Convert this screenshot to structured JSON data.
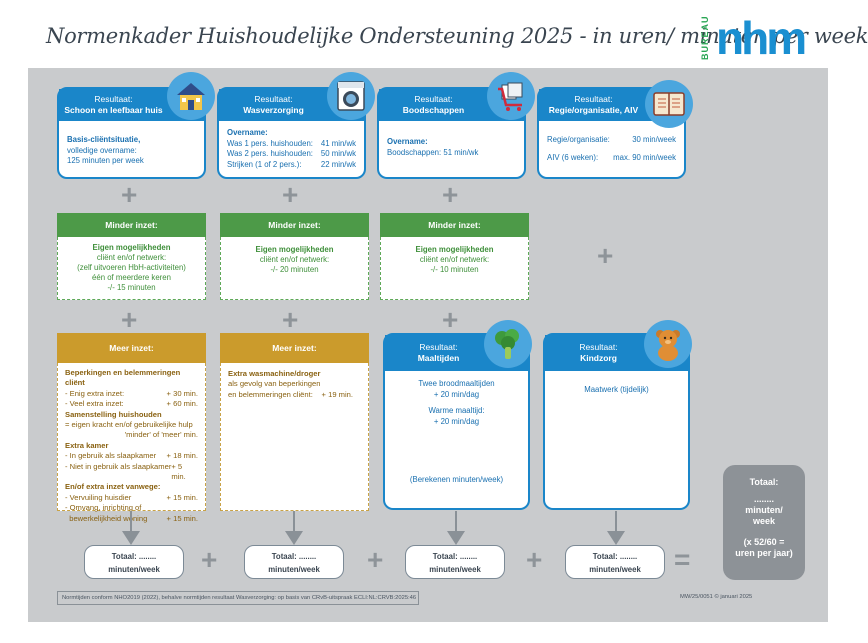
{
  "title": "Normenkader Huishoudelijke Ondersteuning 2025 - in uren/ minuten per week",
  "logo": {
    "side_text": "BUREAU",
    "main_text": "nhm",
    "colors": {
      "blue": "#1a8fd1",
      "green": "#2aa654"
    }
  },
  "colors": {
    "result_blue": "#1a86c9",
    "minder_green": "#4d9a48",
    "meer_gold": "#cb9b2c",
    "total_grey": "#8d9297",
    "sheet_grey": "#c9cbcd"
  },
  "result_label": "Resultaat:",
  "results": [
    {
      "name": "Schoon en leefbaar huis",
      "icon": "house-icon",
      "lines": [
        "Basis-cliëntsituatie,",
        "volledige overname:",
        "125 minuten per week"
      ]
    },
    {
      "name": "Wasverzorging",
      "icon": "washing-machine-icon",
      "heading": "Overname:",
      "rows": [
        {
          "label": "Was 1 pers. huishouden:",
          "value": "41 min/wk"
        },
        {
          "label": "Was 2 pers. huishouden:",
          "value": "50 min/wk"
        },
        {
          "label": "Strijken (1 of 2 pers.):",
          "value": "22 min/wk"
        }
      ]
    },
    {
      "name": "Boodschappen",
      "icon": "shopping-cart-icon",
      "heading": "Overname:",
      "line": "Boodschappen:  51 min/wk"
    },
    {
      "name": "Regie/organisatie, AIV",
      "icon": "agenda-icon",
      "rows": [
        {
          "label": "Regie/organisatie:",
          "value": "30 min/week"
        },
        {
          "label": "AIV (6 weken):",
          "value": "max. 90 min/week"
        }
      ]
    }
  ],
  "minder": {
    "header": "Minder inzet:",
    "boxes": [
      {
        "heading": "Eigen mogelijkheden",
        "lines": [
          "cliënt en/of netwerk:",
          "(zelf uitvoeren HbH-activiteiten)",
          "één of meerdere keren",
          "-/- 15 minuten"
        ]
      },
      {
        "heading": "Eigen mogelijkheden",
        "lines": [
          "cliënt en/of netwerk:",
          "-/- 20 minuten"
        ]
      },
      {
        "heading": "Eigen mogelijkheden",
        "lines": [
          "cliënt en/of netwerk:",
          "-/- 10 minuten"
        ]
      }
    ]
  },
  "meer": {
    "header": "Meer inzet:",
    "box1": {
      "sections": [
        {
          "heading": "Beperkingen en belemmeringen cliënt",
          "rows": [
            {
              "label": "- Enig extra inzet:",
              "value": "+  30 min."
            },
            {
              "label": "- Veel extra inzet:",
              "value": "+  60 min."
            }
          ]
        },
        {
          "heading": "Samenstelling huishouden",
          "text": "= eigen kracht en/of gebruikelijke hulp",
          "text2": "'minder' of 'meer' min."
        },
        {
          "heading": "Extra kamer",
          "rows": [
            {
              "label": "- In gebruik als slaapkamer",
              "value": "+  18 min."
            },
            {
              "label": "- Niet in gebruik als slaapkamer",
              "value": "+   5 min."
            }
          ]
        },
        {
          "heading": "En/of extra inzet vanwege:",
          "rows": [
            {
              "label": "- Vervuiling huisdier",
              "value": "+  15 min."
            },
            {
              "label": "- Omvang, inrichting of",
              "value": ""
            },
            {
              "label": "  bewerkelijkheid woning",
              "value": "+  15 min."
            }
          ]
        }
      ]
    },
    "box2": {
      "heading": "Extra wasmachine/droger",
      "lines": [
        "als gevolg van beperkingen"
      ],
      "row": {
        "label": "en belemmeringen cliënt:",
        "value": "+  19 min."
      }
    }
  },
  "maaltijden": {
    "name": "Maaltijden",
    "icon": "broccoli-icon",
    "line1": "Twee broodmaaltijden",
    "line2": "+ 20 min/dag",
    "line3": "Warme maaltijd:",
    "line4": "+ 20 min/dag",
    "note": "(Berekenen minuten/week)"
  },
  "kindzorg": {
    "name": "Kindzorg",
    "icon": "teddy-bear-icon",
    "line": "Maatwerk (tijdelijk)"
  },
  "totals": {
    "line1": "Totaal: ........",
    "line2": "minuten/week"
  },
  "grand_total": {
    "l1": "Totaal:",
    "l2": "........",
    "l3": "minuten/",
    "l4": "week",
    "l5": "(x 52/60 =",
    "l6": "uren per jaar)"
  },
  "plus_sign": "+",
  "equals_sign": "=",
  "footnote": "Normtijden conform NHO2019 (2022), behalve normtijden resultaat Wasverzorging: op basis van CRvB-uitspraak ECLI:NL:CRVB:2025:46",
  "code": "MW/25/0051 © januari 2025"
}
